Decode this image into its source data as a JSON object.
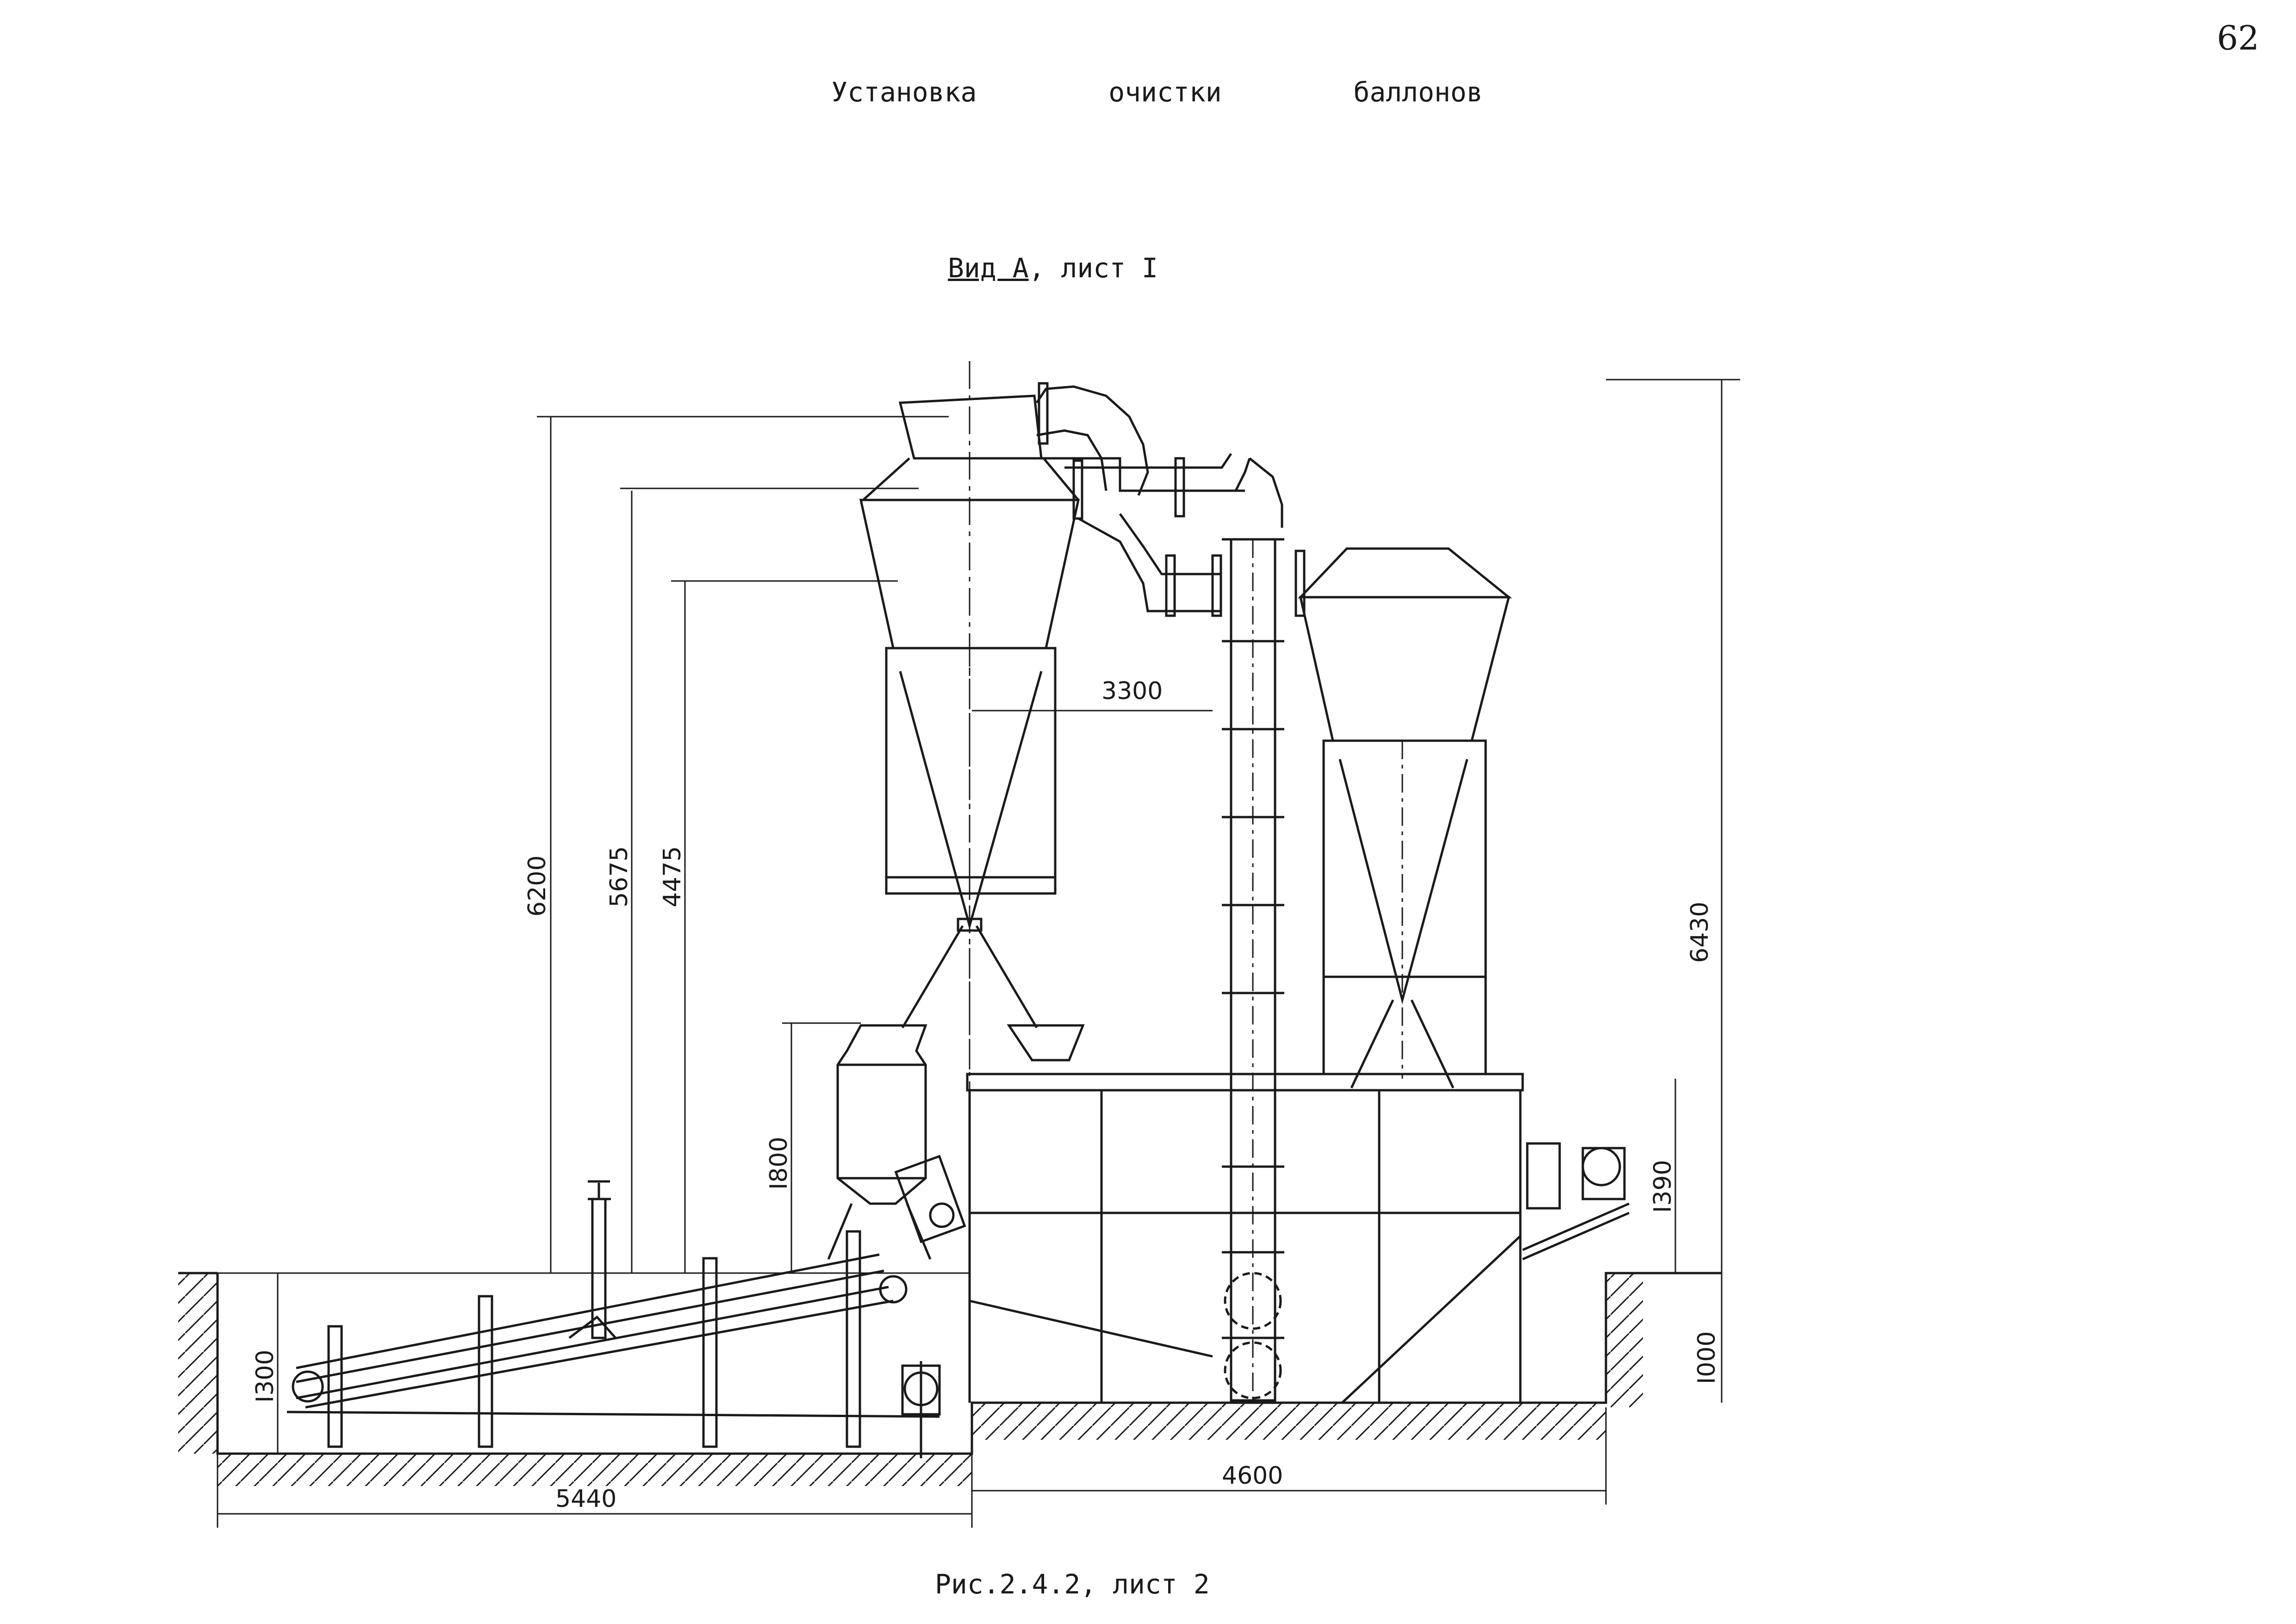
{
  "page_number": "62",
  "title": "Установка   очистки   баллонов",
  "view_label_underlined": "Вид А",
  "view_label_rest": ", лист I",
  "caption": "Рис.2.4.2, лист 2",
  "dimensions": {
    "d6200": "6200",
    "d5675": "5675",
    "d4475": "4475",
    "d3300": "3300",
    "d6430": "6430",
    "d1800": "I800",
    "d1390": "I390",
    "d1300": "I300",
    "d1000": "I000",
    "d5440": "5440",
    "d4600": "4600"
  }
}
